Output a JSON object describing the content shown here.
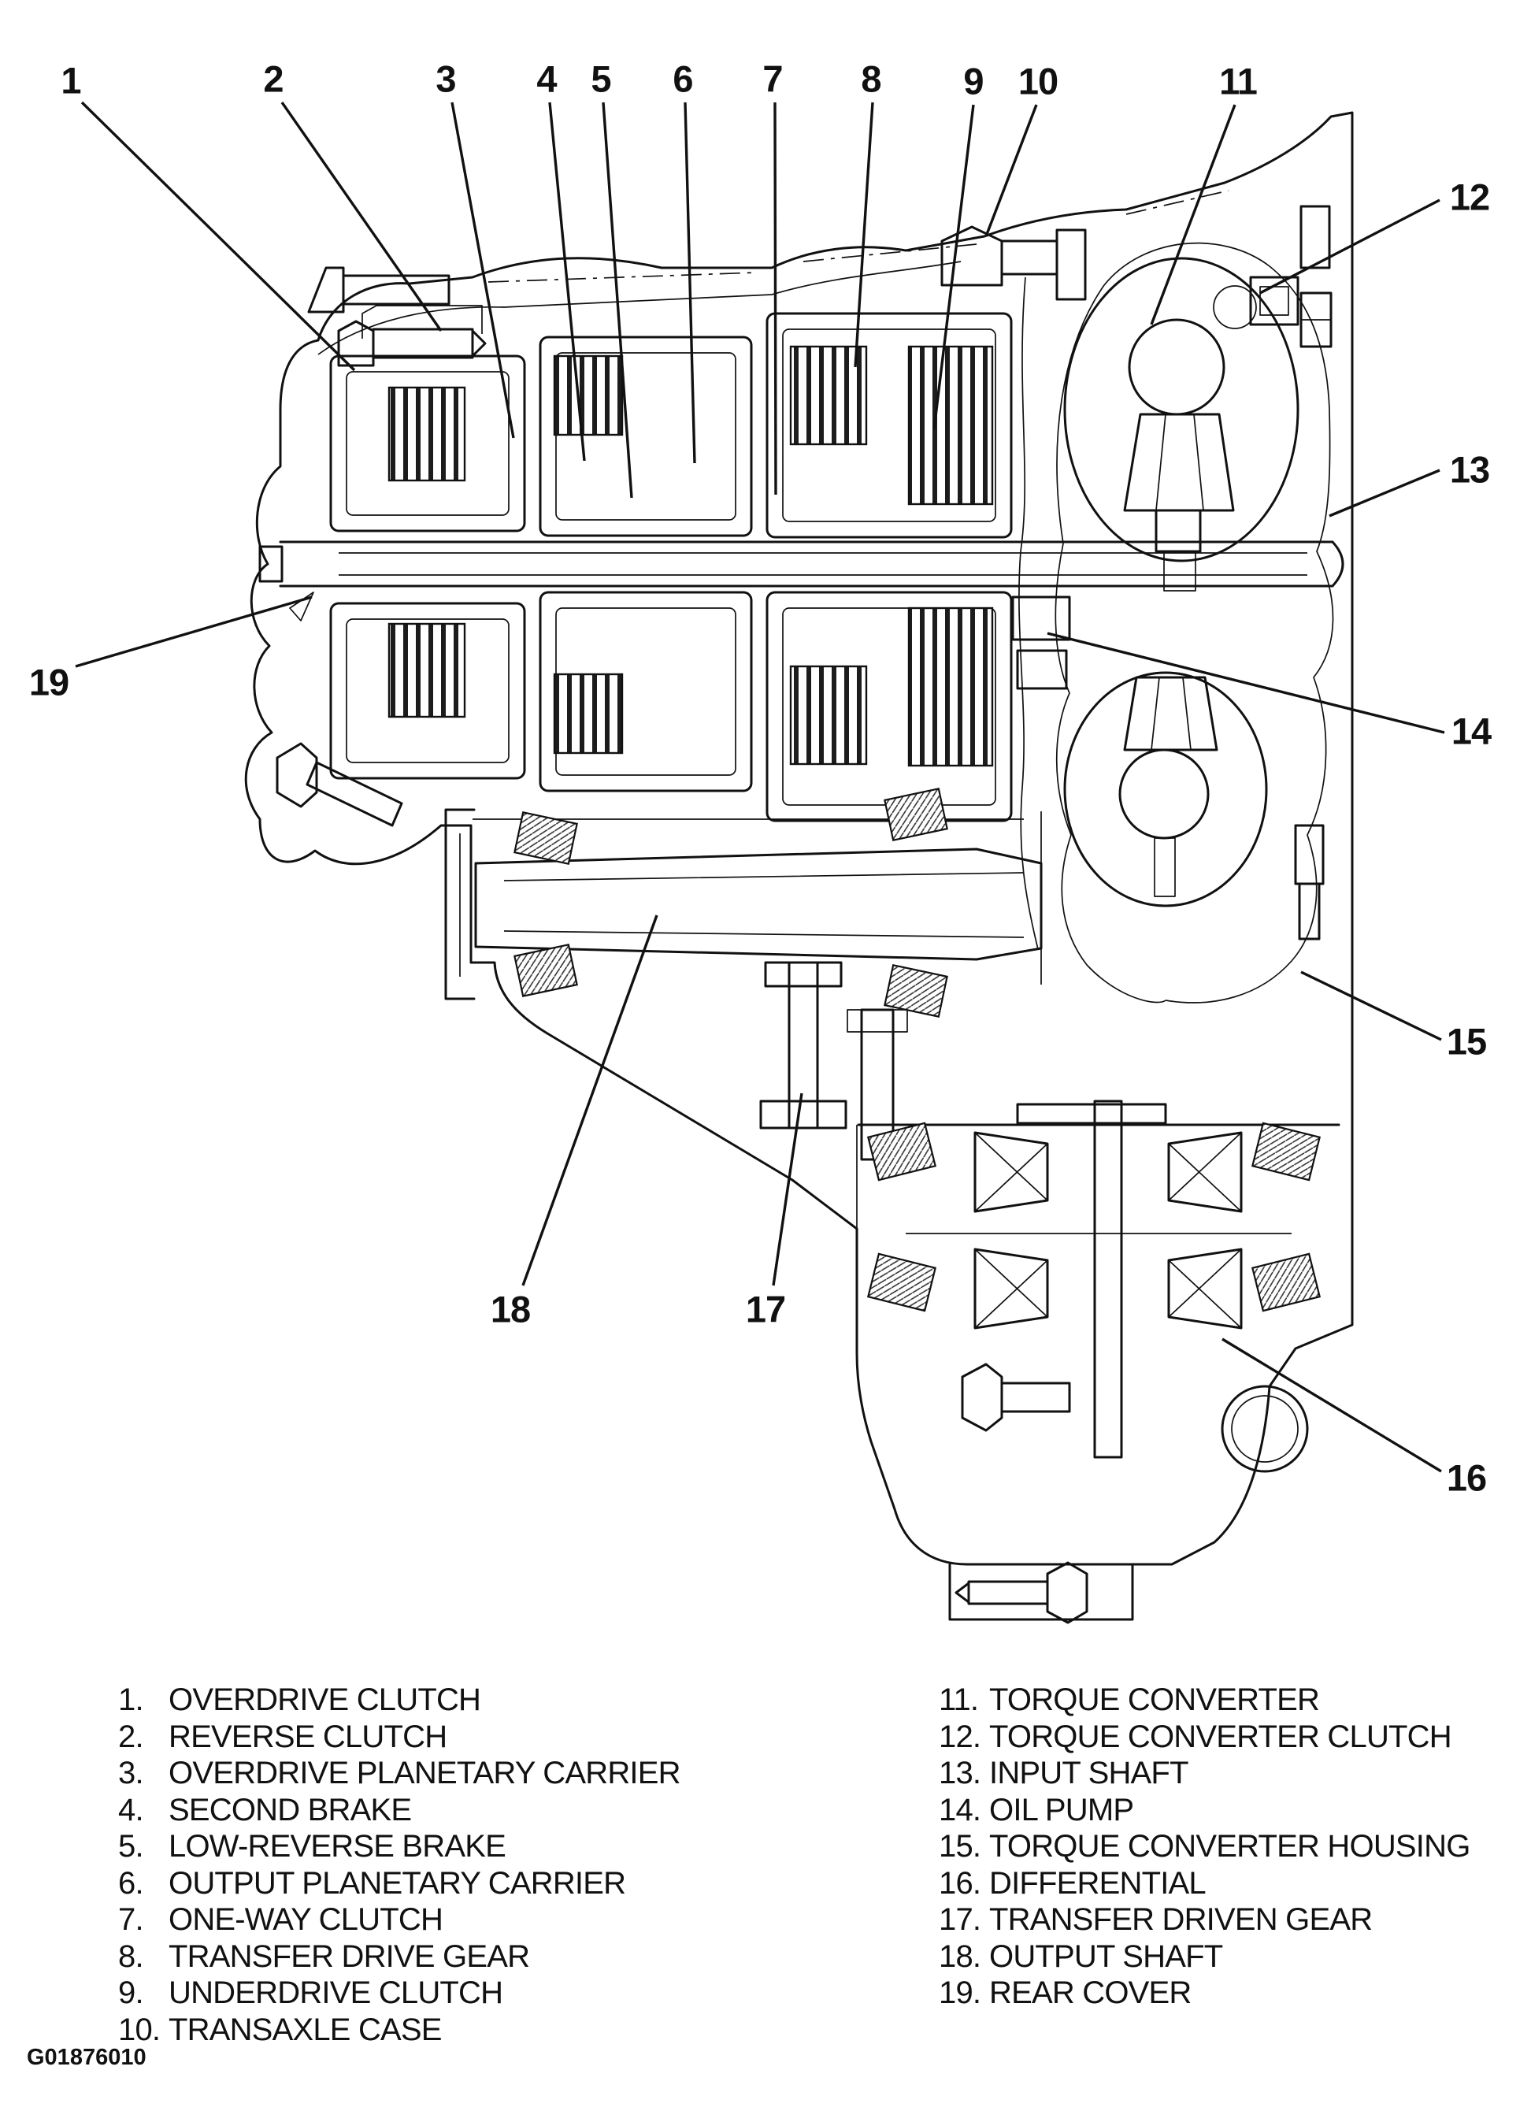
{
  "figure_id": "G01876010",
  "colors": {
    "ink": "#111111",
    "background": "#ffffff"
  },
  "callouts": [
    {
      "label": "1"
    },
    {
      "label": "2"
    },
    {
      "label": "3"
    },
    {
      "label": "4"
    },
    {
      "label": "5"
    },
    {
      "label": "6"
    },
    {
      "label": "7"
    },
    {
      "label": "8"
    },
    {
      "label": "9"
    },
    {
      "label": "10"
    },
    {
      "label": "11"
    },
    {
      "label": "12"
    },
    {
      "label": "13"
    },
    {
      "label": "14"
    },
    {
      "label": "15"
    },
    {
      "label": "16"
    },
    {
      "label": "17"
    },
    {
      "label": "18"
    },
    {
      "label": "19"
    }
  ],
  "legend": {
    "left": [
      {
        "num": "1.",
        "label": "OVERDRIVE CLUTCH"
      },
      {
        "num": "2.",
        "label": "REVERSE CLUTCH"
      },
      {
        "num": "3.",
        "label": "OVERDRIVE PLANETARY CARRIER"
      },
      {
        "num": "4.",
        "label": "SECOND BRAKE"
      },
      {
        "num": "5.",
        "label": "LOW-REVERSE BRAKE"
      },
      {
        "num": "6.",
        "label": "OUTPUT PLANETARY CARRIER"
      },
      {
        "num": "7.",
        "label": "ONE-WAY CLUTCH"
      },
      {
        "num": "8.",
        "label": "TRANSFER DRIVE GEAR"
      },
      {
        "num": "9.",
        "label": "UNDERDRIVE CLUTCH"
      },
      {
        "num": "10.",
        "label": "TRANSAXLE CASE"
      }
    ],
    "right": [
      {
        "num": "11.",
        "label": "TORQUE CONVERTER"
      },
      {
        "num": "12.",
        "label": "TORQUE CONVERTER CLUTCH"
      },
      {
        "num": "13.",
        "label": "INPUT SHAFT"
      },
      {
        "num": "14.",
        "label": "OIL PUMP"
      },
      {
        "num": "15.",
        "label": "TORQUE CONVERTER HOUSING"
      },
      {
        "num": "16.",
        "label": "DIFFERENTIAL"
      },
      {
        "num": "17.",
        "label": "TRANSFER DRIVEN GEAR"
      },
      {
        "num": "18.",
        "label": "OUTPUT SHAFT"
      },
      {
        "num": "19.",
        "label": "REAR COVER"
      }
    ]
  }
}
